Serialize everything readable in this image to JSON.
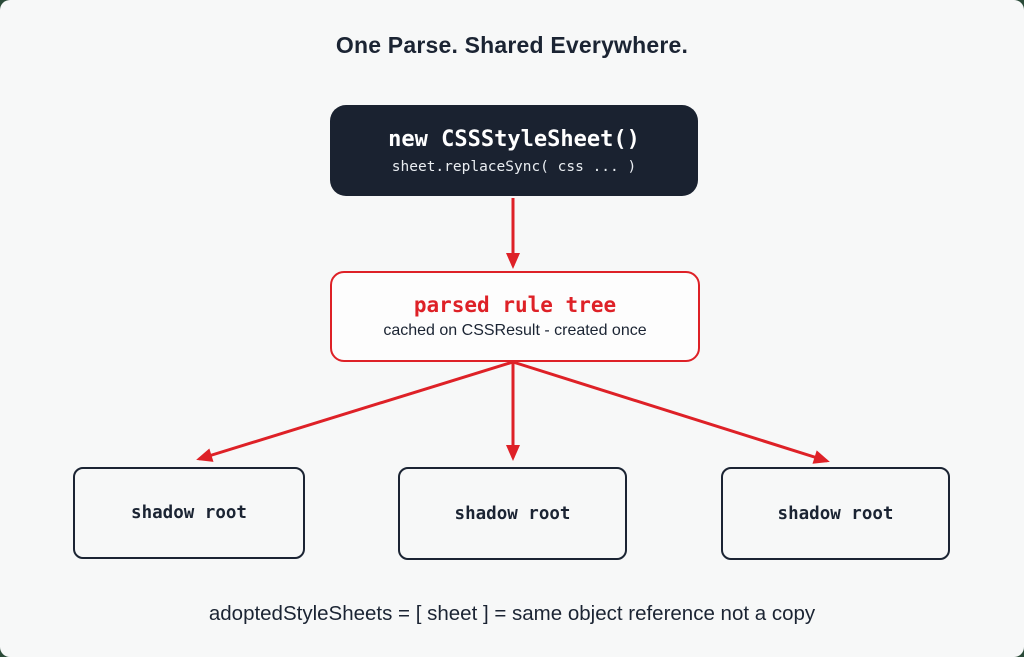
{
  "title": "One Parse. Shared Everywhere.",
  "source_box": {
    "line1": "new CSSStyleSheet()",
    "line2": "sheet.replaceSync( css ... )"
  },
  "parsed_box": {
    "line1": "parsed rule tree",
    "line2": "cached on CSSResult - created once"
  },
  "shadow_boxes": [
    "shadow root",
    "shadow root",
    "shadow root"
  ],
  "caption": "adoptedStyleSheets = [ sheet ] = same object reference not a copy",
  "colors": {
    "red": "#de2127",
    "ink": "#1b2433",
    "dark_box_bg": "#1a2230",
    "canvas_bg": "#f7f8f8",
    "backdrop": "#2a4a38"
  }
}
